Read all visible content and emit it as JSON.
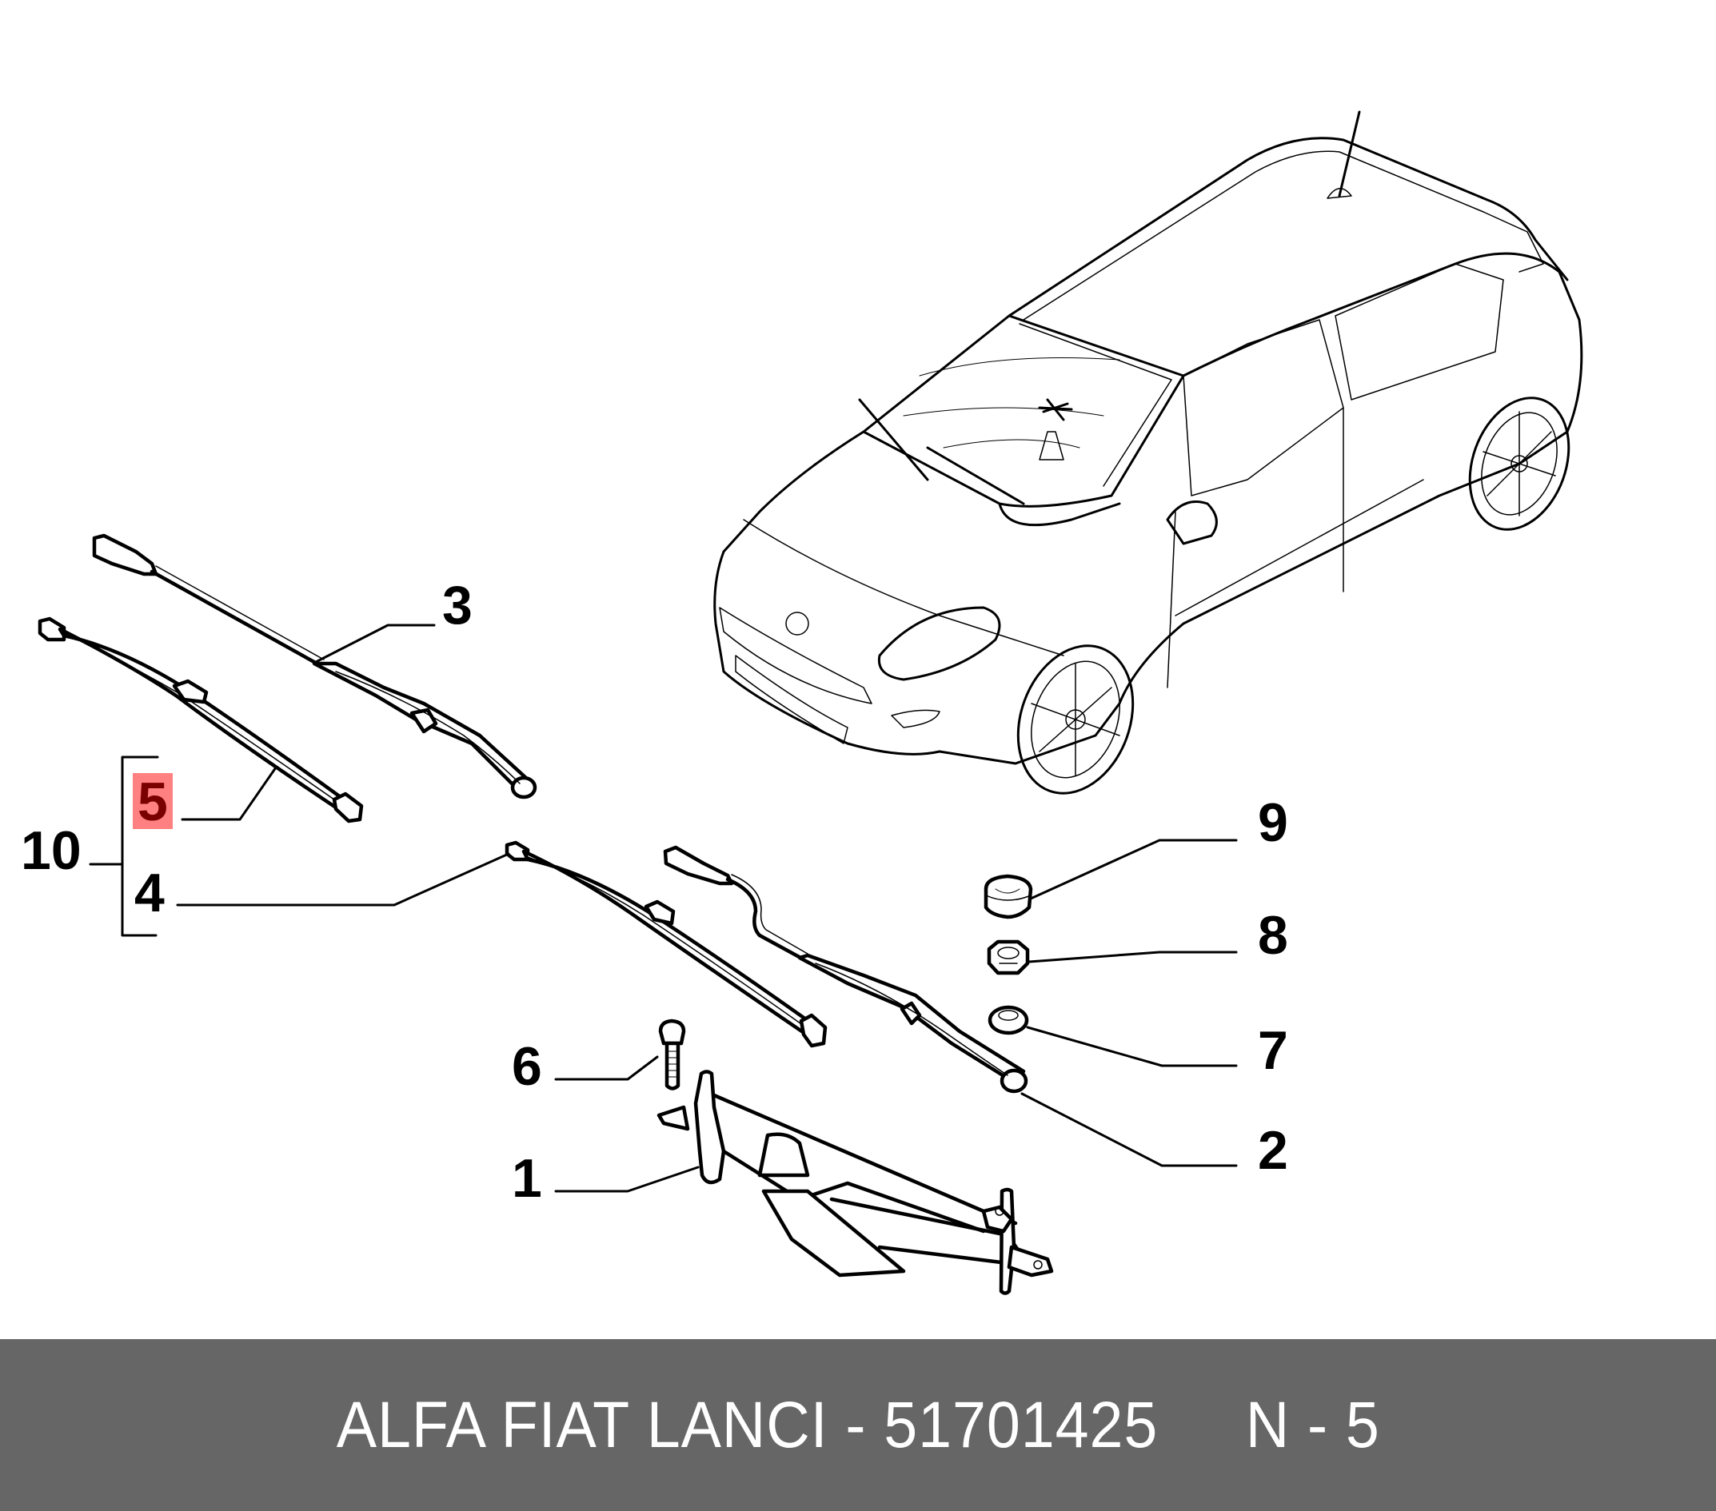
{
  "diagram": {
    "title": "Windscreen wiper assembly exploded view",
    "highlight_color": "#ff8080",
    "highlight_text_color": "#7a0000",
    "callouts": [
      {
        "id": "1",
        "label": "1",
        "part": "wiper-linkage-motor-assembly"
      },
      {
        "id": "2",
        "label": "2",
        "part": "wiper-arm-driver"
      },
      {
        "id": "3",
        "label": "3",
        "part": "wiper-arm-passenger"
      },
      {
        "id": "4",
        "label": "4",
        "part": "wiper-blade-driver"
      },
      {
        "id": "5",
        "label": "5",
        "part": "wiper-blade-passenger",
        "highlighted": true
      },
      {
        "id": "6",
        "label": "6",
        "part": "bolt"
      },
      {
        "id": "7",
        "label": "7",
        "part": "washer"
      },
      {
        "id": "8",
        "label": "8",
        "part": "nut"
      },
      {
        "id": "9",
        "label": "9",
        "part": "cap"
      },
      {
        "id": "10",
        "label": "10",
        "part": "wiper-blade-kit"
      }
    ]
  },
  "footer": {
    "text": "ALFA FIAT LANCI - 51701425     N - 5",
    "brand": "ALFA FIAT LANCI",
    "part_number": "51701425",
    "position": "N - 5",
    "background": "#666666",
    "color": "#ffffff"
  }
}
